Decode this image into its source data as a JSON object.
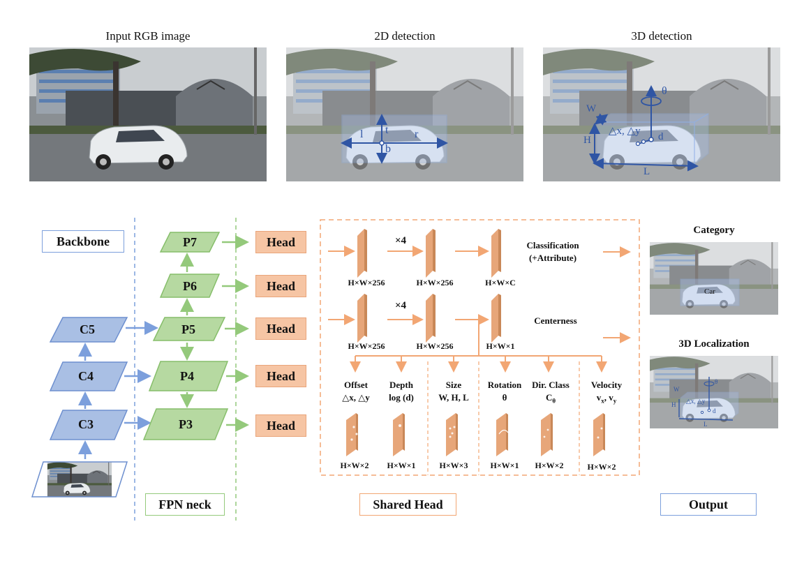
{
  "top_titles": {
    "input": "Input RGB image",
    "det2d": "2D detection",
    "det3d": "3D detection"
  },
  "det2d_labels": {
    "l": "l",
    "t": "t",
    "r": "r",
    "b": "b"
  },
  "det3d_labels": {
    "theta": "θ",
    "w": "W",
    "h": "H",
    "l": "L",
    "dxdy": "△x, △y",
    "d": "d"
  },
  "sections": {
    "backbone": "Backbone",
    "fpn": "FPN neck",
    "shared_head": "Shared Head",
    "output": "Output"
  },
  "backbone_levels": [
    "C5",
    "C4",
    "C3"
  ],
  "fpn_levels": [
    "P7",
    "P6",
    "P5",
    "P4",
    "P3"
  ],
  "head_label": "Head",
  "shared_head": {
    "repeat": "×4",
    "row1_dims": [
      "H×W×256",
      "H×W×256",
      "H×W×C"
    ],
    "row2_dims": [
      "H×W×256",
      "H×W×256",
      "H×W×1"
    ],
    "classification": "Classification",
    "attribute": "(+Attribute)",
    "centerness": "Centerness",
    "branches": [
      {
        "title": "Offset",
        "sub": "△x, △y",
        "dim": "H×W×2"
      },
      {
        "title": "Depth",
        "sub": "log (d)",
        "dim": "H×W×1"
      },
      {
        "title": "Size",
        "sub": "W, H, L",
        "dim": "H×W×3"
      },
      {
        "title": "Rotation",
        "sub": "θ",
        "dim": "H×W×1"
      },
      {
        "title": "Dir. Class",
        "sub": "C",
        "sub_index": "θ",
        "dim": "H×W×2"
      },
      {
        "title": "Velocity",
        "sub": "v",
        "sub_x": "x",
        "sub_sep": ", v",
        "sub_y": "y",
        "dim": "H×W×2"
      }
    ]
  },
  "output": {
    "category": "Category",
    "car_label": "Car",
    "localization": "3D Localization",
    "mini_labels": {
      "w": "W",
      "h": "H",
      "l": "L",
      "dxdy": "△x, △y",
      "d": "d",
      "theta": "θ"
    }
  },
  "colors": {
    "blue": "#6d8fcf",
    "green": "#86be6a",
    "orange": "#f2a673",
    "dark_blue": "#2f55a4"
  }
}
